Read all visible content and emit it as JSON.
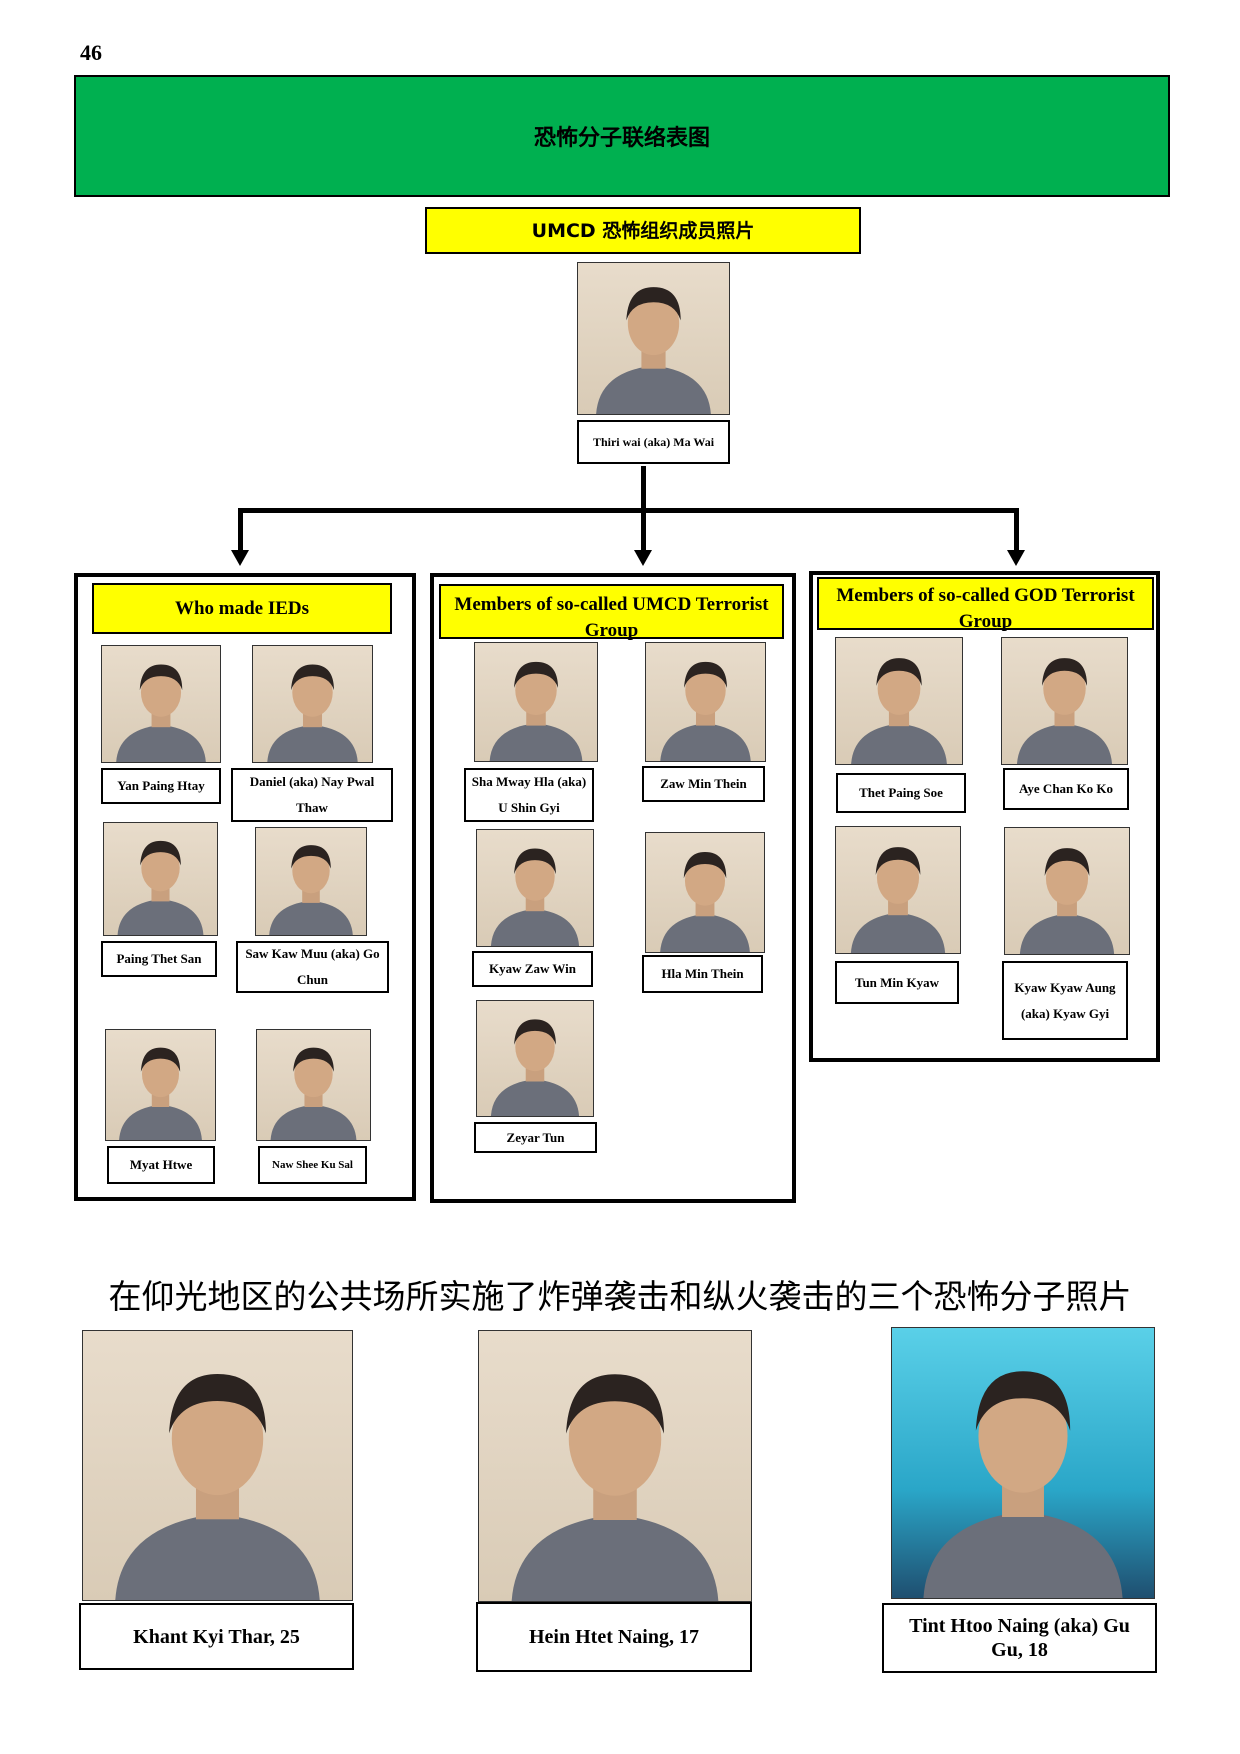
{
  "page": {
    "number": "46"
  },
  "banner": {
    "title": "恐怖分子联络表图"
  },
  "leader": {
    "heading": "UMCD 恐怖组织成员照片",
    "name": "Thiri wai (aka) Ma Wai"
  },
  "groups": [
    {
      "title": "Who made IEDs",
      "members": [
        "Yan Paing Htay",
        "Daniel (aka) Nay Pwal Thaw",
        "Paing Thet San",
        "Saw Kaw Muu (aka) Go Chun",
        "Myat Htwe",
        "Naw Shee Ku Sal"
      ]
    },
    {
      "title": "Members of so-called UMCD Terrorist Group",
      "members": [
        "Sha Mway Hla (aka) U Shin Gyi",
        "Zaw Min Thein",
        "Kyaw Zaw Win",
        "Hla Min Thein",
        "Zeyar Tun"
      ]
    },
    {
      "title": "Members of so-called GOD Terrorist Group",
      "members": [
        "Thet Paing Soe",
        "Aye Chan Ko Ko",
        "Tun Min Kyaw",
        "Kyaw Kyaw Aung (aka) Kyaw Gyi"
      ]
    }
  ],
  "bombers": {
    "title": "在仰光地区的公共场所实施了炸弹袭击和纵火袭击的三个恐怖分子照片",
    "people": [
      "Khant Kyi Thar, 25",
      "Hein Htet Naing, 17",
      "Tint Htoo Naing (aka) Gu Gu, 18"
    ]
  },
  "colors": {
    "banner": "#00b050",
    "heading": "#ffff00"
  }
}
